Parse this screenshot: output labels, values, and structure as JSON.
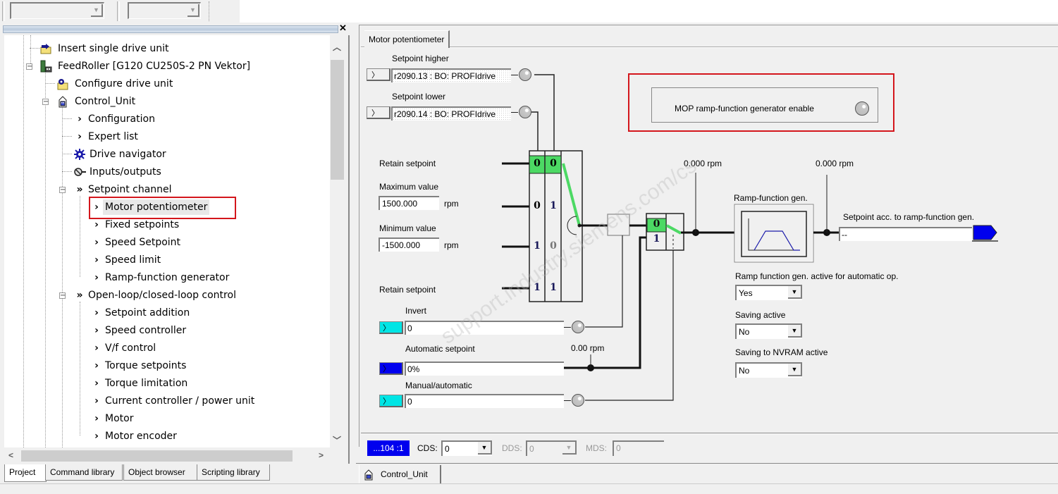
{
  "toolbar": {
    "combo1_value": "",
    "combo2_value": ""
  },
  "project_tree": {
    "items": [
      {
        "label": "Insert single drive unit",
        "icon": "insert-drive-icon",
        "level": 2
      },
      {
        "label": "FeedRoller [G120 CU250S-2 PN Vektor]",
        "icon": "drive-unit-icon",
        "level": 2,
        "expanded": true
      },
      {
        "label": "Configure drive unit",
        "icon": "configure-icon",
        "level": 3
      },
      {
        "label": "Control_Unit",
        "icon": "control-unit-icon",
        "level": 3,
        "expanded": true
      },
      {
        "label": "Configuration",
        "icon": "chevron-right-icon",
        "level": 4
      },
      {
        "label": "Expert list",
        "icon": "chevron-right-icon",
        "level": 4
      },
      {
        "label": "Drive navigator",
        "icon": "drive-navigator-icon",
        "level": 4
      },
      {
        "label": "Inputs/outputs",
        "icon": "inputs-outputs-icon",
        "level": 4
      },
      {
        "label": "Setpoint channel",
        "icon": "double-chevron-icon",
        "level": 4,
        "expanded": true
      },
      {
        "label": "Motor potentiometer",
        "icon": "chevron-right-icon",
        "level": 5,
        "selected": true
      },
      {
        "label": "Fixed setpoints",
        "icon": "chevron-right-icon",
        "level": 5
      },
      {
        "label": "Speed Setpoint",
        "icon": "chevron-right-icon",
        "level": 5
      },
      {
        "label": "Speed limit",
        "icon": "chevron-right-icon",
        "level": 5
      },
      {
        "label": "Ramp-function generator",
        "icon": "chevron-right-icon",
        "level": 5
      },
      {
        "label": "Open-loop/closed-loop control",
        "icon": "double-chevron-icon",
        "level": 4,
        "expanded": true
      },
      {
        "label": "Setpoint addition",
        "icon": "chevron-right-icon",
        "level": 5
      },
      {
        "label": "Speed controller",
        "icon": "chevron-right-icon",
        "level": 5
      },
      {
        "label": "V/f control",
        "icon": "chevron-right-icon",
        "level": 5
      },
      {
        "label": "Torque setpoints",
        "icon": "chevron-right-icon",
        "level": 5
      },
      {
        "label": "Torque limitation",
        "icon": "chevron-right-icon",
        "level": 5
      },
      {
        "label": "Current controller / power unit",
        "icon": "chevron-right-icon",
        "level": 5
      },
      {
        "label": "Motor",
        "icon": "chevron-right-icon",
        "level": 5
      },
      {
        "label": "Motor encoder",
        "icon": "chevron-right-icon",
        "level": 5
      }
    ]
  },
  "left_tabs": [
    "Project",
    "Command library",
    "Object browser",
    "Scripting library"
  ],
  "screen": {
    "tab_title": "Motor potentiometer",
    "setpoint_higher": {
      "label": "Setpoint higher",
      "source": "r2090.13 : BO: PROFIdrive"
    },
    "setpoint_lower": {
      "label": "Setpoint lower",
      "source": "r2090.14 : BO: PROFIdrive"
    },
    "retain_setpoint_top": "Retain setpoint",
    "maximum_value": {
      "label": "Maximum value",
      "value": "1500.000",
      "unit": "rpm"
    },
    "minimum_value": {
      "label": "Minimum value",
      "value": "-1500.000",
      "unit": "rpm"
    },
    "retain_setpoint_bottom": "Retain setpoint",
    "truth_table": [
      [
        "0",
        "0"
      ],
      [
        "0",
        "1"
      ],
      [
        "1",
        "0"
      ],
      [
        "1",
        "1"
      ]
    ],
    "invert": {
      "label": "Invert",
      "value": "0"
    },
    "automatic_setpoint": {
      "label": "Automatic setpoint",
      "value": "0%",
      "readout": "0.00 rpm"
    },
    "manual_automatic": {
      "label": "Manual/automatic",
      "value": "0"
    },
    "switch_states": [
      "0",
      "1"
    ],
    "readout_before_rfg": "0.000 rpm",
    "readout_after_rfg": "0.000 rpm",
    "mop_rfg_enable": "MOP ramp-function generator enable",
    "rfg_label": "Ramp-function gen.",
    "setpoint_output": {
      "label": "Setpoint acc. to ramp-function gen.",
      "value": "--"
    },
    "rfg_active_auto": {
      "label": "Ramp function gen. active for automatic op.",
      "value": "Yes"
    },
    "saving_active": {
      "label": "Saving active",
      "value": "No"
    },
    "saving_nvram": {
      "label": "Saving to NVRAM active",
      "value": "No"
    }
  },
  "bottom_bar": {
    "unit_badge": "...104 :1",
    "cds_label": "CDS:",
    "cds_value": "0",
    "dds_label": "DDS:",
    "dds_value": "0",
    "mds_label": "MDS:",
    "mds_value": "0"
  },
  "doc_tab": "Control_Unit",
  "colors": {
    "active_green": "#4cd964",
    "highlight_red": "#d4161c",
    "badge_blue": "#0000ee",
    "connector_cyan": "#00e5e5",
    "connector_blue": "#0000ee"
  }
}
